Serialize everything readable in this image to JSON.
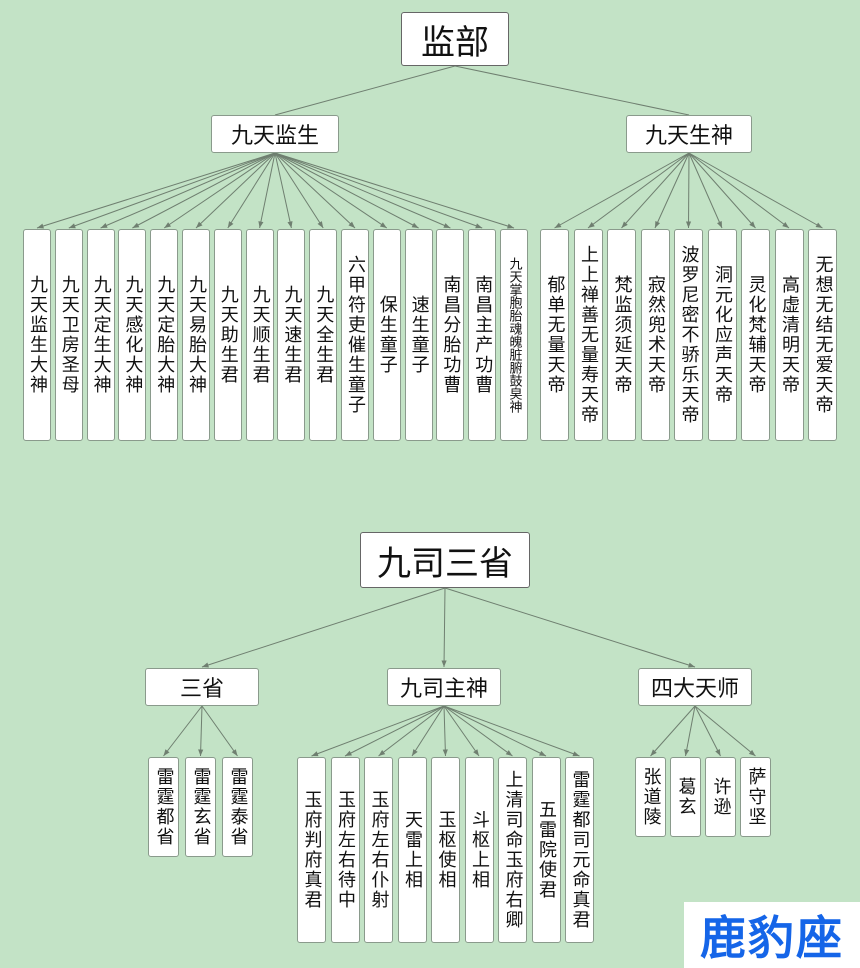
{
  "jianbu": {
    "title": "监部",
    "left": {
      "label": "九天监生",
      "children": [
        "九天监生大神",
        "九天卫房圣母",
        "九天定生大神",
        "九天感化大神",
        "九天定胎大神",
        "九天易胎大神",
        "九天助生君",
        "九天顺生君",
        "九天速生君",
        "九天全生君",
        "六甲符吏催生童子",
        "保生童子",
        "速生童子",
        "南昌分胎功曹",
        "南昌主产功曹",
        "九天掌胞胎魂魄脏腑鼓㚖神"
      ]
    },
    "right": {
      "label": "九天生神",
      "children": [
        "郁单无量天帝",
        "上上禅善无量寿天帝",
        "梵监须延天帝",
        "寂然兜术天帝",
        "波罗尼密不骄乐天帝",
        "洞元化应声天帝",
        "灵化梵辅天帝",
        "高虚清明天帝",
        "无想无结无爱天帝"
      ]
    }
  },
  "jiusi": {
    "title": "九司三省",
    "groups": [
      {
        "label": "三省",
        "children": [
          "雷霆都省",
          "雷霆玄省",
          "雷霆泰省"
        ]
      },
      {
        "label": "九司主神",
        "children": [
          "玉府判府真君",
          "玉府左右待中",
          "玉府左右仆射",
          "天雷上相",
          "玉枢使相",
          "斗枢上相",
          "上清司命玉府右卿",
          "五雷院使君",
          "雷霆都司元命真君"
        ]
      },
      {
        "label": "四大天师",
        "children": [
          "张道陵",
          "葛玄",
          "许逊",
          "萨守坚"
        ]
      }
    ]
  },
  "watermark": "鹿豹座",
  "colors": {
    "background": "#c3e3c6",
    "node_fill": "#ffffff",
    "edge": "#6f7f70",
    "logo": "#1565e8"
  }
}
